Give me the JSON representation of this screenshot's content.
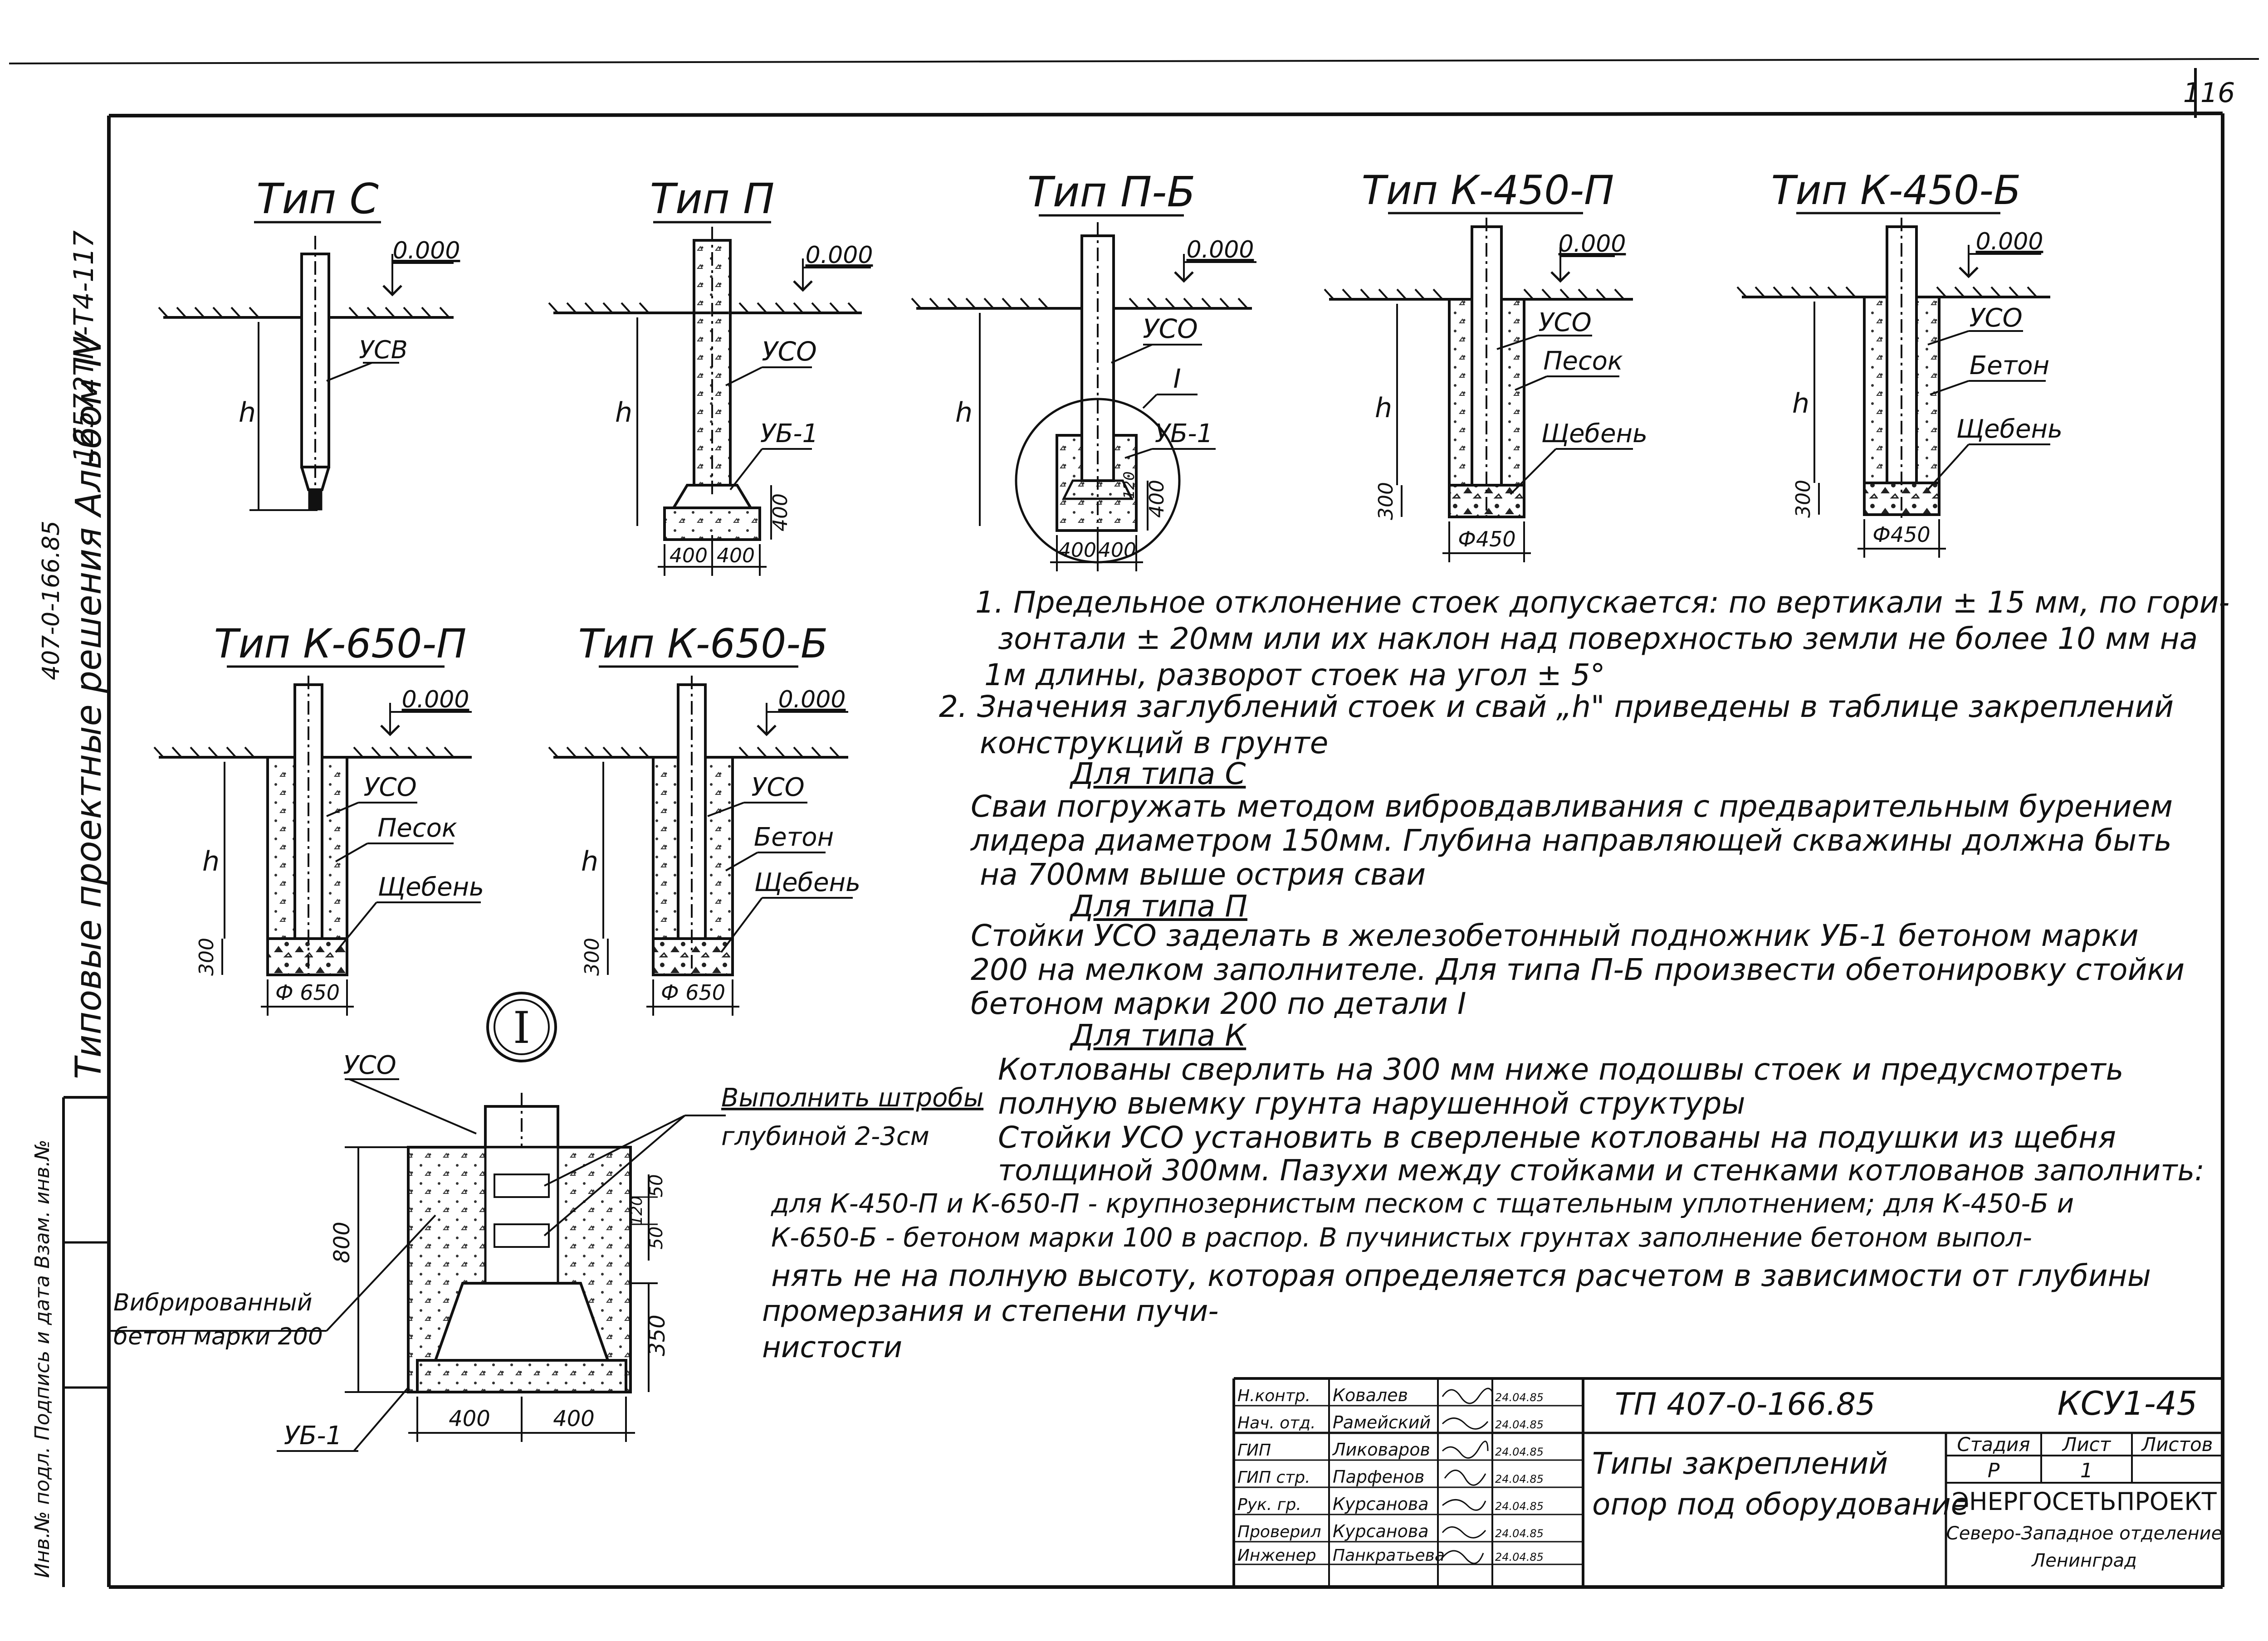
{
  "sheet_number": "116",
  "side_stamp": {
    "code": "12572ТМ-Т4-117",
    "series": "407-0-166.85",
    "album": "Типовые проектные решения Альбом IV",
    "inv_fields": "Инв.№ подл.   Подпись и дата   Взам. инв.№"
  },
  "types": {
    "c": {
      "title": "Тип С",
      "level": "0.000",
      "pile": "УСВ",
      "depth": "h"
    },
    "p": {
      "title": "Тип П",
      "level": "0.000",
      "pile": "УСО",
      "base": "УБ-1",
      "base_h": "400",
      "dim_left": "400",
      "dim_right": "400",
      "depth": "h"
    },
    "pb": {
      "title": "Тип П-Б",
      "level": "0.000",
      "pile": "УСО",
      "base": "УБ-1",
      "detail": "I",
      "base_h": "400",
      "dim_a": "120",
      "dim_left": "400",
      "dim_right": "400",
      "depth": "h"
    },
    "k450p": {
      "title": "Тип К-450-П",
      "level": "0.000",
      "pile": "УСО",
      "fill": "Песок",
      "bottom": "Щебень",
      "bottom_h": "300",
      "diameter": "Ф450",
      "depth": "h"
    },
    "k450b": {
      "title": "Тип  К-450-Б",
      "level": "0.000",
      "pile": "УСО",
      "fill": "Бетон",
      "bottom": "Щебень",
      "bottom_h": "300",
      "diameter": "Ф450",
      "depth": "h"
    },
    "k650p": {
      "title": "Тип  К-650-П",
      "level": "0.000",
      "pile": "УСО",
      "fill": "Песок",
      "bottom": "Щебень",
      "bottom_h": "300",
      "diameter": "Ф 650",
      "depth": "h"
    },
    "k650b": {
      "title": "Тип К-650-Б",
      "level": "0.000",
      "pile": "УСО",
      "fill": "Бетон",
      "bottom": "Щебень",
      "bottom_h": "300",
      "diameter": "Ф 650",
      "depth": "h"
    }
  },
  "detail_i": {
    "label": "I",
    "pile": "УСО",
    "note1": "Выполнить штробы",
    "note2": "глубиной 2-3см",
    "concrete1": "Вибрированный",
    "concrete2": "бетон марки 200",
    "base": "УБ-1",
    "h_total": "800",
    "h_low": "350",
    "d50a": "50",
    "d120": "120",
    "d50b": "50",
    "w_left": "400",
    "w_right": "400"
  },
  "notes": [
    "1. Предельное отклонение стоек допускается: по вертикали ± 15 мм, по гори-",
    "зонтали ± 20мм или их наклон над поверхностью земли не более 10 мм на",
    "1м длины, разворот стоек на угол ± 5°",
    "2. Значения заглублений стоек и свай „h\" приведены в таблице закреплений",
    "конструкций в грунте",
    "Для типа С",
    "Сваи погружать методом вибровдавливания с предварительным бурением",
    "лидера диаметром 150мм. Глубина направляющей скважины должна быть",
    "на 700мм выше острия сваи",
    "Для типа П",
    "Стойки УСО заделать в железобетонный подножник УБ-1 бетоном марки",
    "200 на мелком заполнителе. Для типа П-Б произвести обетонировку стойки",
    "бетоном марки 200 по детали I",
    "Для типа К",
    "Котлованы сверлить на 300 мм ниже подошвы стоек и предусмотреть",
    "полную выемку грунта нарушенной структуры",
    "Стойки УСО установить в сверленые котлованы на подушки из щебня",
    "толщиной 300мм. Пазухи между стойками и стенками котлованов заполнить:",
    "для К-450-П и К-650-П - крупнозернистым песком с тщательным уплотнением; для К-450-Б и",
    "К-650-Б - бетоном марки 100 в распор. В пучинистых грунтах заполнение бетоном выпол-",
    "нять не на полную высоту, которая определяется расчетом в зависимости от глубины",
    "промерзания и степени пучи-",
    "нистости"
  ],
  "title_block": {
    "doc_code": "ТП 407-0-166.85",
    "sheet_code": "КСУ1-45",
    "title_line1": "Типы закреплений",
    "title_line2": "опор под оборудование",
    "stage_label": "Стадия",
    "sheet_label": "Лист",
    "sheets_label": "Листов",
    "stage": "Р",
    "sheet": "1",
    "org1": "ЭНЕРГОСЕТЬПРОЕКТ",
    "org2": "Северо-Западное отделение",
    "org3": "Ленинград",
    "roles": [
      {
        "role": "Н.контр.",
        "name": "Ковалев",
        "date": "24.04.85"
      },
      {
        "role": "Нач. отд.",
        "name": "Рамейский",
        "date": "24.04.85"
      },
      {
        "role": "ГИП",
        "name": "Ликоваров",
        "date": "24.04.85"
      },
      {
        "role": "ГИП стр.",
        "name": "Парфенов",
        "date": "24.04.85"
      },
      {
        "role": "Рук. гр.",
        "name": "Курсанова",
        "date": "24.04.85"
      },
      {
        "role": "Проверил",
        "name": "Курсанова",
        "date": "24.04.85"
      },
      {
        "role": "Инженер",
        "name": "Панкратьева",
        "date": "24.04.85"
      }
    ]
  }
}
